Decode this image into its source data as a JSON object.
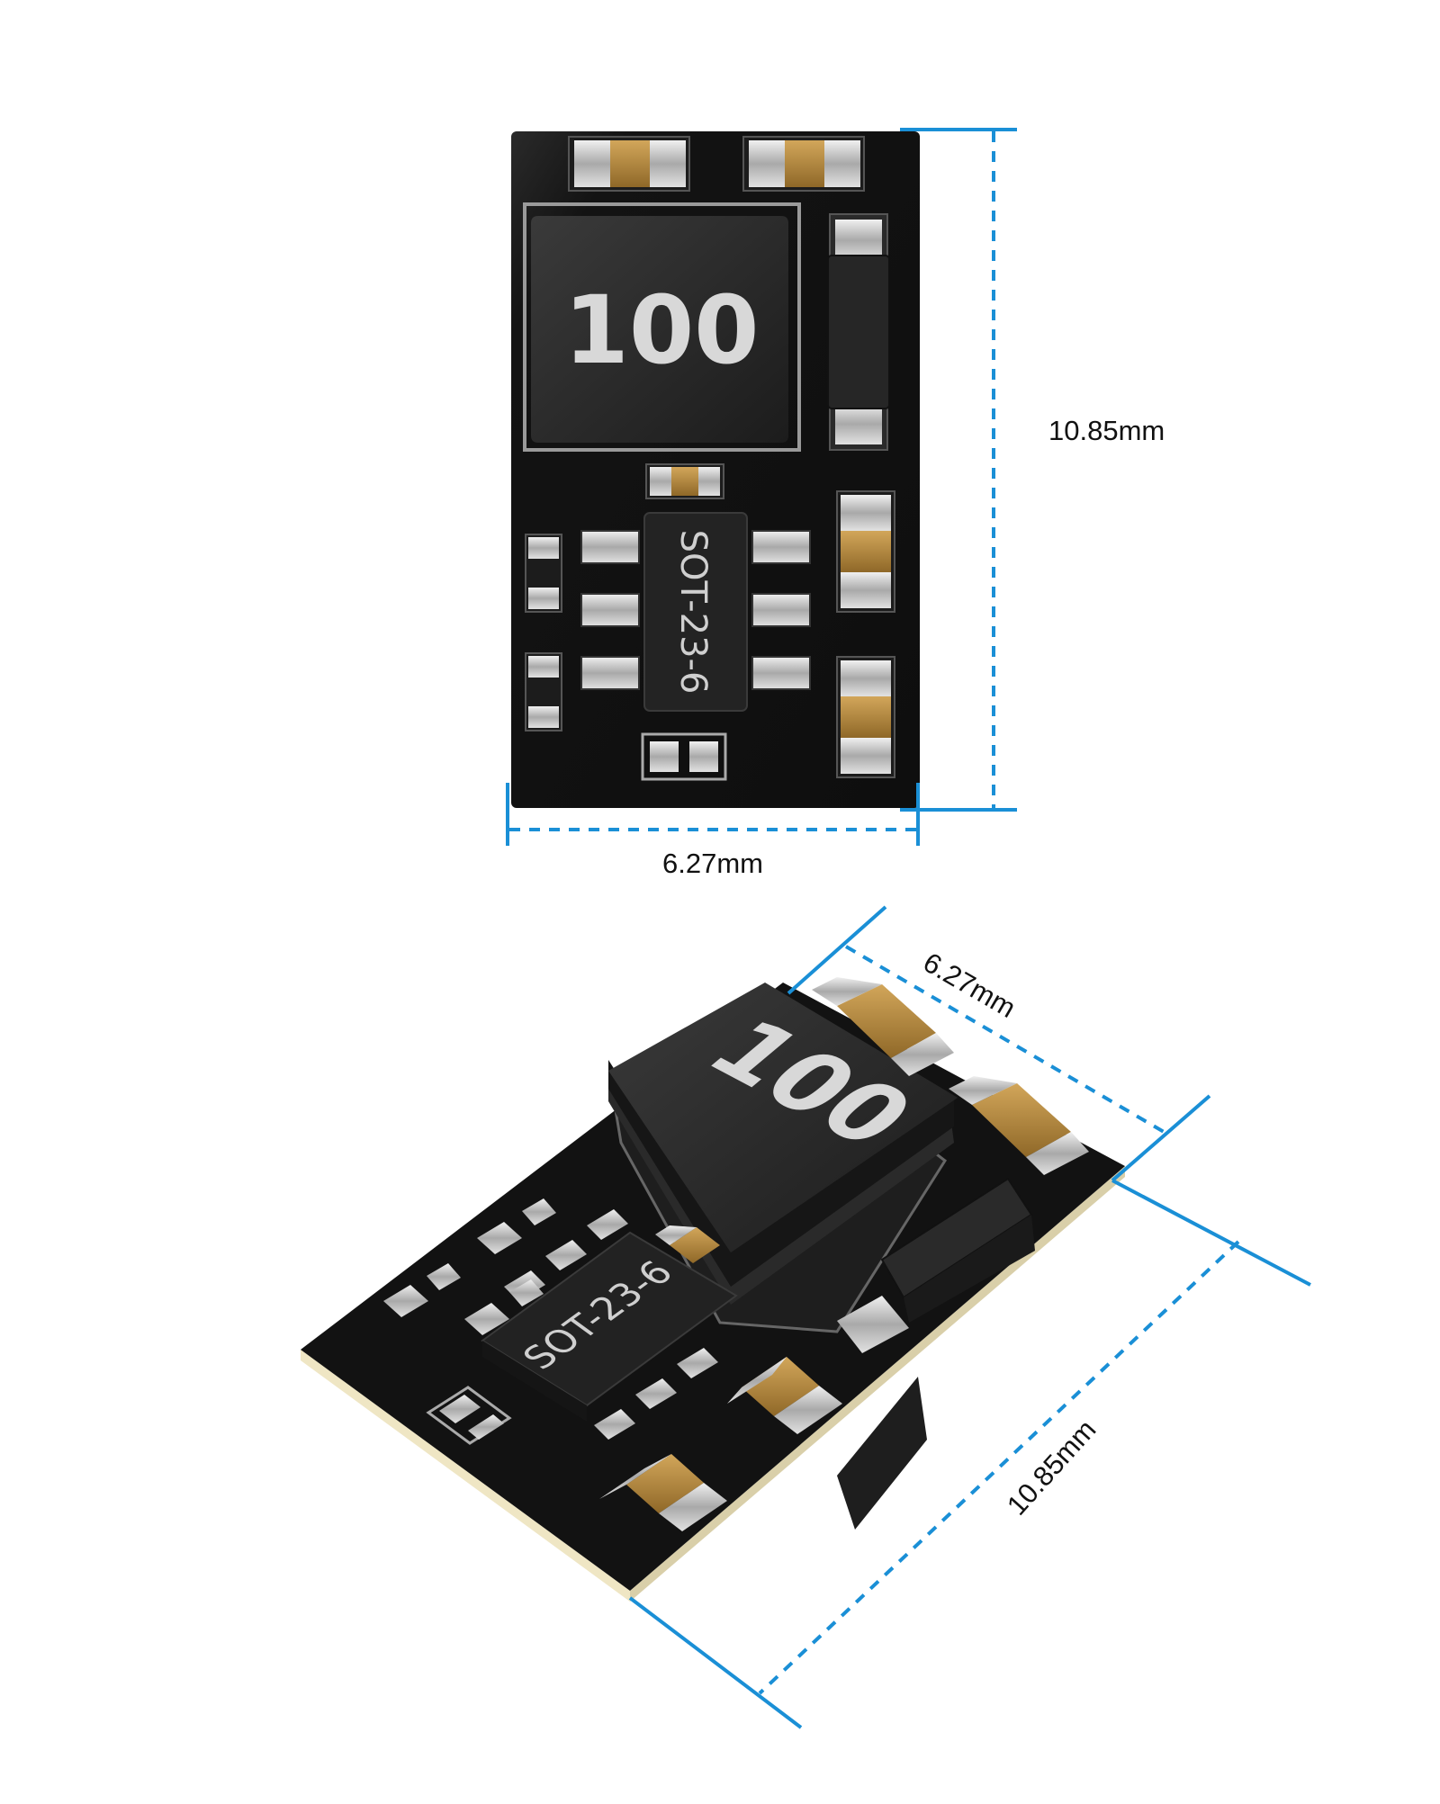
{
  "top_view": {
    "inductor_marking": "100",
    "ic_marking": "SOT-23-6",
    "height_label": "10.85mm",
    "width_label": "6.27mm"
  },
  "angled_view": {
    "inductor_marking": "100",
    "ic_marking": "SOT-23-6",
    "width_label": "6.27mm",
    "length_label": "10.85mm"
  },
  "colors": {
    "pcb": "#141414",
    "dimension_line": "#1a8fd6",
    "capacitor_body": "#b8893b",
    "pad": "#bfbfbf"
  }
}
